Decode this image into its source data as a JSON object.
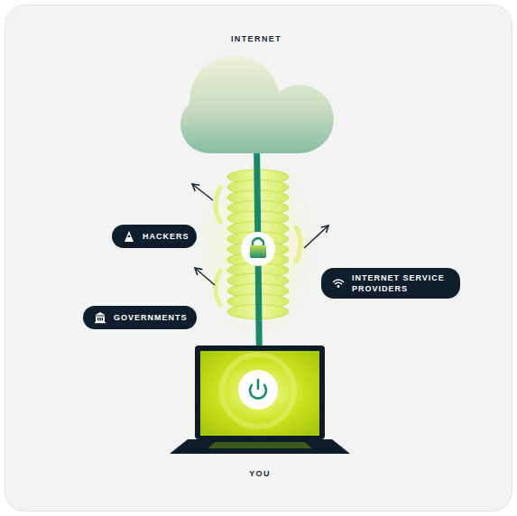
{
  "diagram": {
    "nodes": [
      {
        "text": [
          "INTERNET"
        ]
      },
      {
        "text": [
          "HACKERS"
        ]
      },
      {
        "text": [
          "INTERNET SERVICE PROVIDERS"
        ]
      },
      {
        "text": [
          "GOVERNMENTS"
        ]
      },
      {
        "text": [
          "YOU"
        ]
      }
    ],
    "edges": [
      {
        "from": 0,
        "to": 4,
        "arrow": "none"
      }
    ]
  }
}
